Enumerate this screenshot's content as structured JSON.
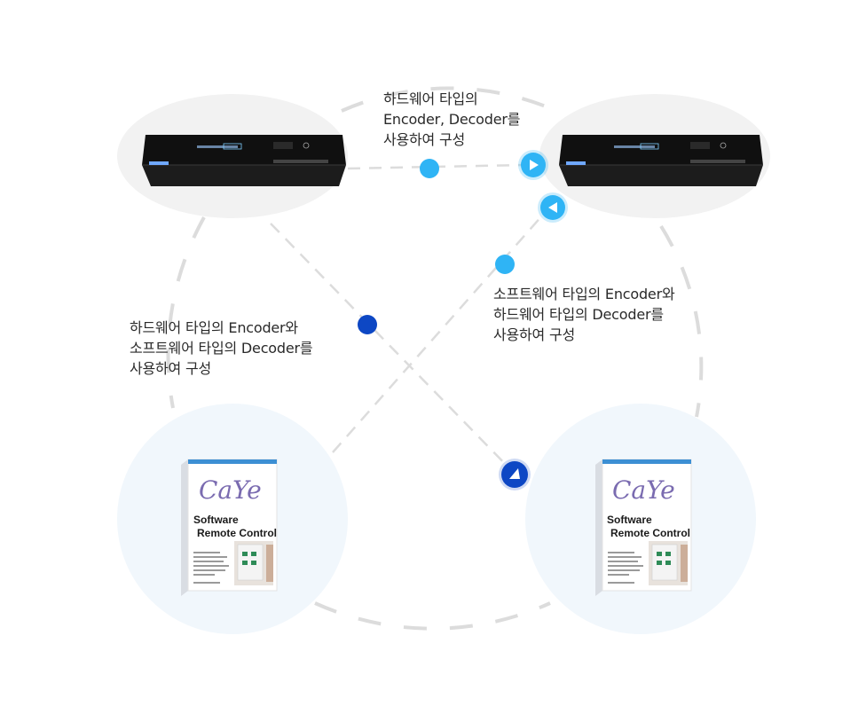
{
  "labels": {
    "top": [
      "하드웨어 타입의",
      "Encoder, Decoder를",
      "사용하여 구성"
    ],
    "right": [
      "소프트웨어 타입의 Encoder와",
      "하드웨어 타입의 Decoder를",
      "사용하여 구성"
    ],
    "left": [
      "하드웨어 타입의 Encoder와",
      "소프트웨어 타입의 Decoder를",
      "사용하여 구성"
    ]
  },
  "products": {
    "box_title": "CaYe",
    "box_line1": "Software",
    "box_line2": "Remote Control"
  },
  "colors": {
    "circle_bg": "#f1f1f1",
    "software_bg": "#f1f7fc",
    "dash": "#d9d9d9",
    "light_blue": "#2fb4f5",
    "dark_blue": "#0d47c4"
  }
}
